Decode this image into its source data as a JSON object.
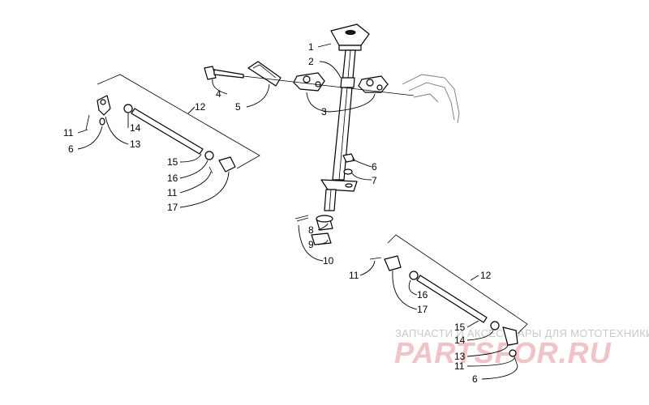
{
  "diagram": {
    "callouts": [
      "1",
      "2",
      "3",
      "4",
      "5",
      "6",
      "7",
      "8",
      "9",
      "10",
      "11",
      "12",
      "13",
      "14",
      "15",
      "16",
      "17"
    ]
  },
  "watermark": {
    "caption": "ЗАПЧАСТИ И АКСЕССУАРЫ ДЛЯ МОТОТЕХНИКИ",
    "brand": "PARTSFOR.RU"
  }
}
